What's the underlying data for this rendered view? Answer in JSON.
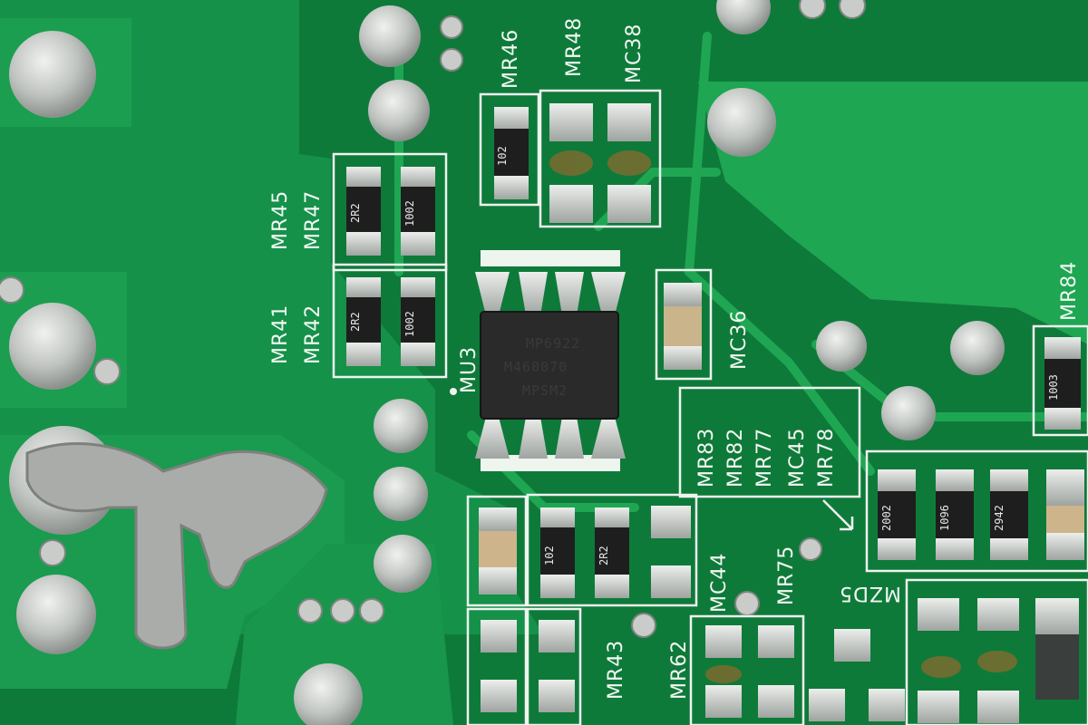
{
  "board": {
    "ic": {
      "ref": "MU3",
      "markings": [
        "MP6922",
        "M460070",
        "MPSM2"
      ]
    },
    "component_labels": {
      "mr46": "MR46",
      "mr48": "MR48",
      "mc38": "MC38",
      "mr45": "MR45",
      "mr47": "MR47",
      "mr41": "MR41",
      "mr42": "MR42",
      "mc36": "MC36",
      "mr84": "MR84",
      "mr83": "MR83",
      "mr82": "MR82",
      "mr77": "MR77",
      "mc45": "MC45",
      "mr78": "MR78",
      "mc44": "MC44",
      "mr75": "MR75",
      "mr43": "MR43",
      "mr62": "MR62",
      "mzd5": "MZD5"
    },
    "resistor_codes": {
      "r_top": "102",
      "r_mr45": "2R2",
      "r_mr47": "1002",
      "r_mr41": "2R2",
      "r_mr42": "1002",
      "r_mr43": "102",
      "r_mr62": "2R2",
      "r_mr84": "1003",
      "r_right1": "2002",
      "r_right2": "1096",
      "r_right3": "2942"
    },
    "colors": {
      "pcb": "#0e7a3a",
      "mask_light": "#21a552",
      "silkscreen": "#f2f7f2",
      "solder": "#c8cbc7",
      "ic_body": "#2a2a2a"
    }
  }
}
